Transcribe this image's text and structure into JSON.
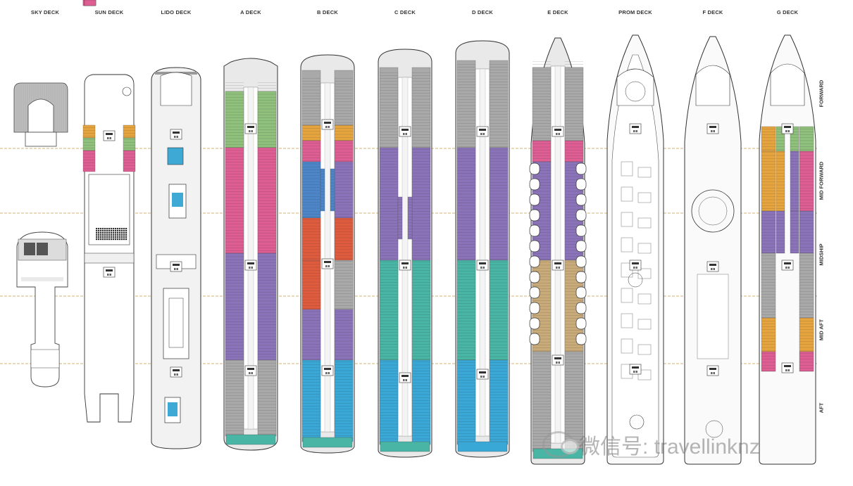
{
  "decks": [
    {
      "id": "sky",
      "name": "SKY DECK"
    },
    {
      "id": "sun",
      "name": "SUN DECK"
    },
    {
      "id": "lido",
      "name": "LIDO DECK"
    },
    {
      "id": "a",
      "name": "A DECK"
    },
    {
      "id": "b",
      "name": "B DECK"
    },
    {
      "id": "c",
      "name": "C DECK"
    },
    {
      "id": "d",
      "name": "D DECK"
    },
    {
      "id": "e",
      "name": "E DECK"
    },
    {
      "id": "prom",
      "name": "PROM DECK"
    },
    {
      "id": "f",
      "name": "F DECK"
    },
    {
      "id": "g",
      "name": "G DECK"
    }
  ],
  "zones": [
    "FORWARD",
    "MID FORWARD",
    "MIDSHIP",
    "MID AFT",
    "AFT"
  ],
  "watermark": {
    "text": "微信号: travellinknz",
    "icon": "wechat-icon"
  },
  "colors": {
    "green": "#8fc07c",
    "pink": "#de5d93",
    "purple": "#8b73b9",
    "blue": "#4c86c9",
    "cyan": "#3aa8d6",
    "teal": "#49b5a4",
    "gray": "#a9a9a9",
    "orange": "#e6a43e",
    "red": "#df5b3e",
    "tan": "#c9ab7a",
    "lavender": "#b1a6d8",
    "zone_line": "#c49a44"
  }
}
